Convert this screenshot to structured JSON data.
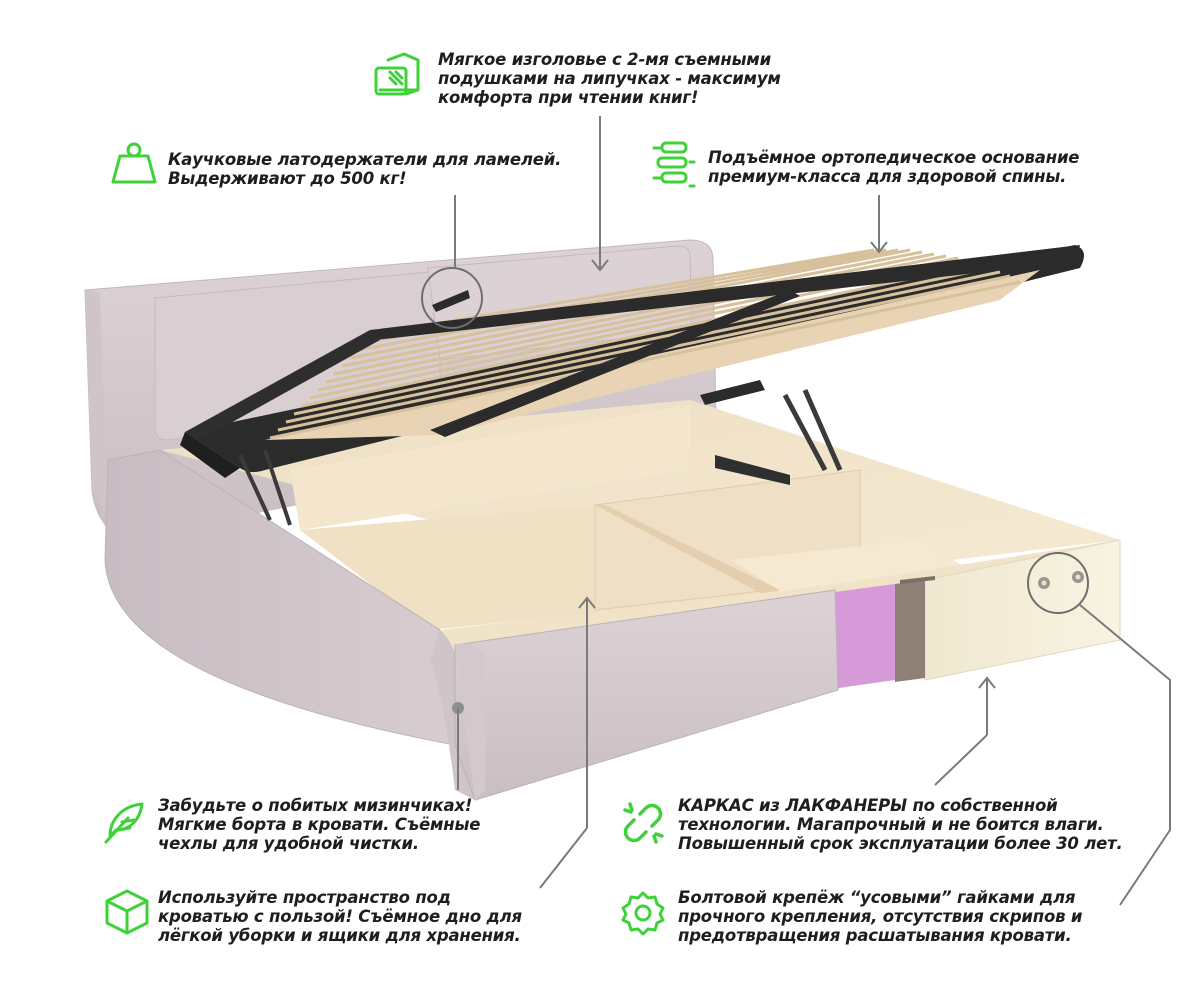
{
  "colors": {
    "accent_green": "#3fd13a",
    "leader_line": "#7a7a7a",
    "upholstery": "#d6ccd0",
    "plywood": "#f1e3c8",
    "slats": "#efdcc0",
    "metal_frame": "#2a2a2a",
    "swatch_pink": "#d69ad9",
    "swatch_brown": "#8e7f77",
    "swatch_cream": "#f4efdc"
  },
  "callouts": [
    {
      "id": "headboard",
      "icon": "headboard-pillow-icon",
      "lines": [
        "Мягкое изголовье с 2-мя съемными",
        "подушками на липучках - максимум",
        "комфорта при чтении книг!"
      ]
    },
    {
      "id": "latex_holders",
      "icon": "weight-icon",
      "lines": [
        "Каучковые латодержатели для ламелей.",
        "Выдерживают до 500 кг!"
      ]
    },
    {
      "id": "base",
      "icon": "spine-icon",
      "lines": [
        "Подъёмное ортопедическое основание",
        "премиум-класса для здоровой спины."
      ]
    },
    {
      "id": "soft_sides",
      "icon": "feather-icon",
      "lines": [
        "Забудьте о побитых мизинчиках!",
        "Мягкие борта в кровати. Съёмные",
        "чехлы для удобной чистки."
      ]
    },
    {
      "id": "frame",
      "icon": "broken-link-icon",
      "lines": [
        "КАРКАС из ЛАКФАНЕРЫ по собственной",
        "технологии. Магапрочный и не боится влаги.",
        "Повышенный срок эксплуатации более 30 лет."
      ]
    },
    {
      "id": "storage",
      "icon": "box-icon",
      "lines": [
        "Используйте пространство под",
        "кроватью с пользой! Съёмное дно для",
        "лёгкой уборки и ящики для хранения."
      ]
    },
    {
      "id": "bolts",
      "icon": "nut-icon",
      "lines": [
        "Болтовой крепёж “усовыми” гайками для",
        "прочного крепления, отсутствия скрипов и",
        "предотвращения расшатывания кровати."
      ]
    }
  ]
}
